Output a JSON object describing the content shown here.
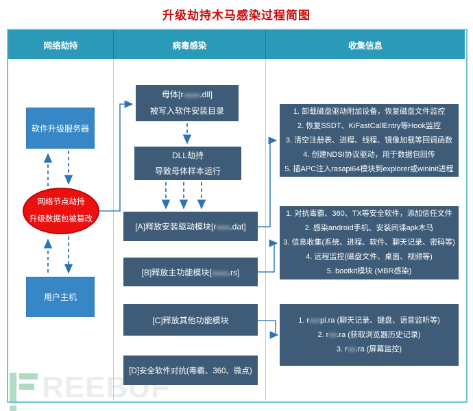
{
  "title": "升级劫持木马感染过程简图",
  "columns": {
    "c1": "网络劫持",
    "c2": "病毒感染",
    "c3": "收集信息"
  },
  "left": {
    "server": "软件升级服务器",
    "hijack": {
      "line1": "网络节点劫持",
      "line2": "升级数据包被篡改"
    },
    "host": "用户主机"
  },
  "middle": {
    "mother": {
      "prefix": "母体[r",
      "masked": "xxxxxx",
      "suffix": ".dll]",
      "line2": "被写入软件安装目录"
    },
    "dll": {
      "line1": "DLL劫持",
      "line2": "导致母体样本运行"
    },
    "boxA": {
      "prefix": "[A]释放安装驱动模块[r",
      "masked": "xxxxx",
      "suffix": ".dat]"
    },
    "boxB": {
      "prefix": "[B]释放主功能模块[",
      "masked": "xxxxxx",
      "suffix": ".rs]"
    },
    "boxC": "[C]释放其他功能模块",
    "boxD": "[D]安全软件对抗(毒霸、360、微点)"
  },
  "right": {
    "box1": {
      "l1": "1. 卸载磁盘驱动附加设备，恢复磁盘文件监控",
      "l2": "2. 恢复SSDT、KiFastCallEntry等Hook监控",
      "l3": "3. 清空注册表、进程、线程、镜像加载等回调函数",
      "l4": "4. 创建NDSI协议驱动，用于数据包回传",
      "l5": "5. 插APC注入rasapi64模块到explorer或wininit进程"
    },
    "box2": {
      "l1": "1. 对抗毒霸、360、TX等安全软件，添加信任文件",
      "l2": "2. 感染android手机、安装间谍apk木马",
      "l3": "3. 信息收集(系统、进程、软件、聊天记录、密码等)",
      "l4": "4. 远程监控(磁盘文件、桌面、视频等)",
      "l5": "5. bootkit模块 (MBR感染)"
    },
    "box3": {
      "i1": {
        "prefix": "1. r",
        "masked": "xxxx",
        "suffix": "pi.ra (聊天记录、键盘、语音监听等)"
      },
      "i2": {
        "prefix": "2. r",
        "masked": "xxx",
        "suffix": ".ra (获取浏览器历史记录)"
      },
      "i3": {
        "prefix": "3. r",
        "masked": "xxx",
        "suffix": ".ra (屏幕监控)"
      }
    }
  },
  "watermark": {
    "text": "REEBUF",
    "full": "FREEBUF"
  },
  "colors": {
    "title_red": "#cf0a0a",
    "header_teal": "#2b9ab9",
    "dark_box": "#3e5c77",
    "blue_box": "#3787c7",
    "ellipse_red": "#ec1111",
    "arrow_blue": "#2e74b4",
    "frame_border": "#6cc5dd"
  }
}
